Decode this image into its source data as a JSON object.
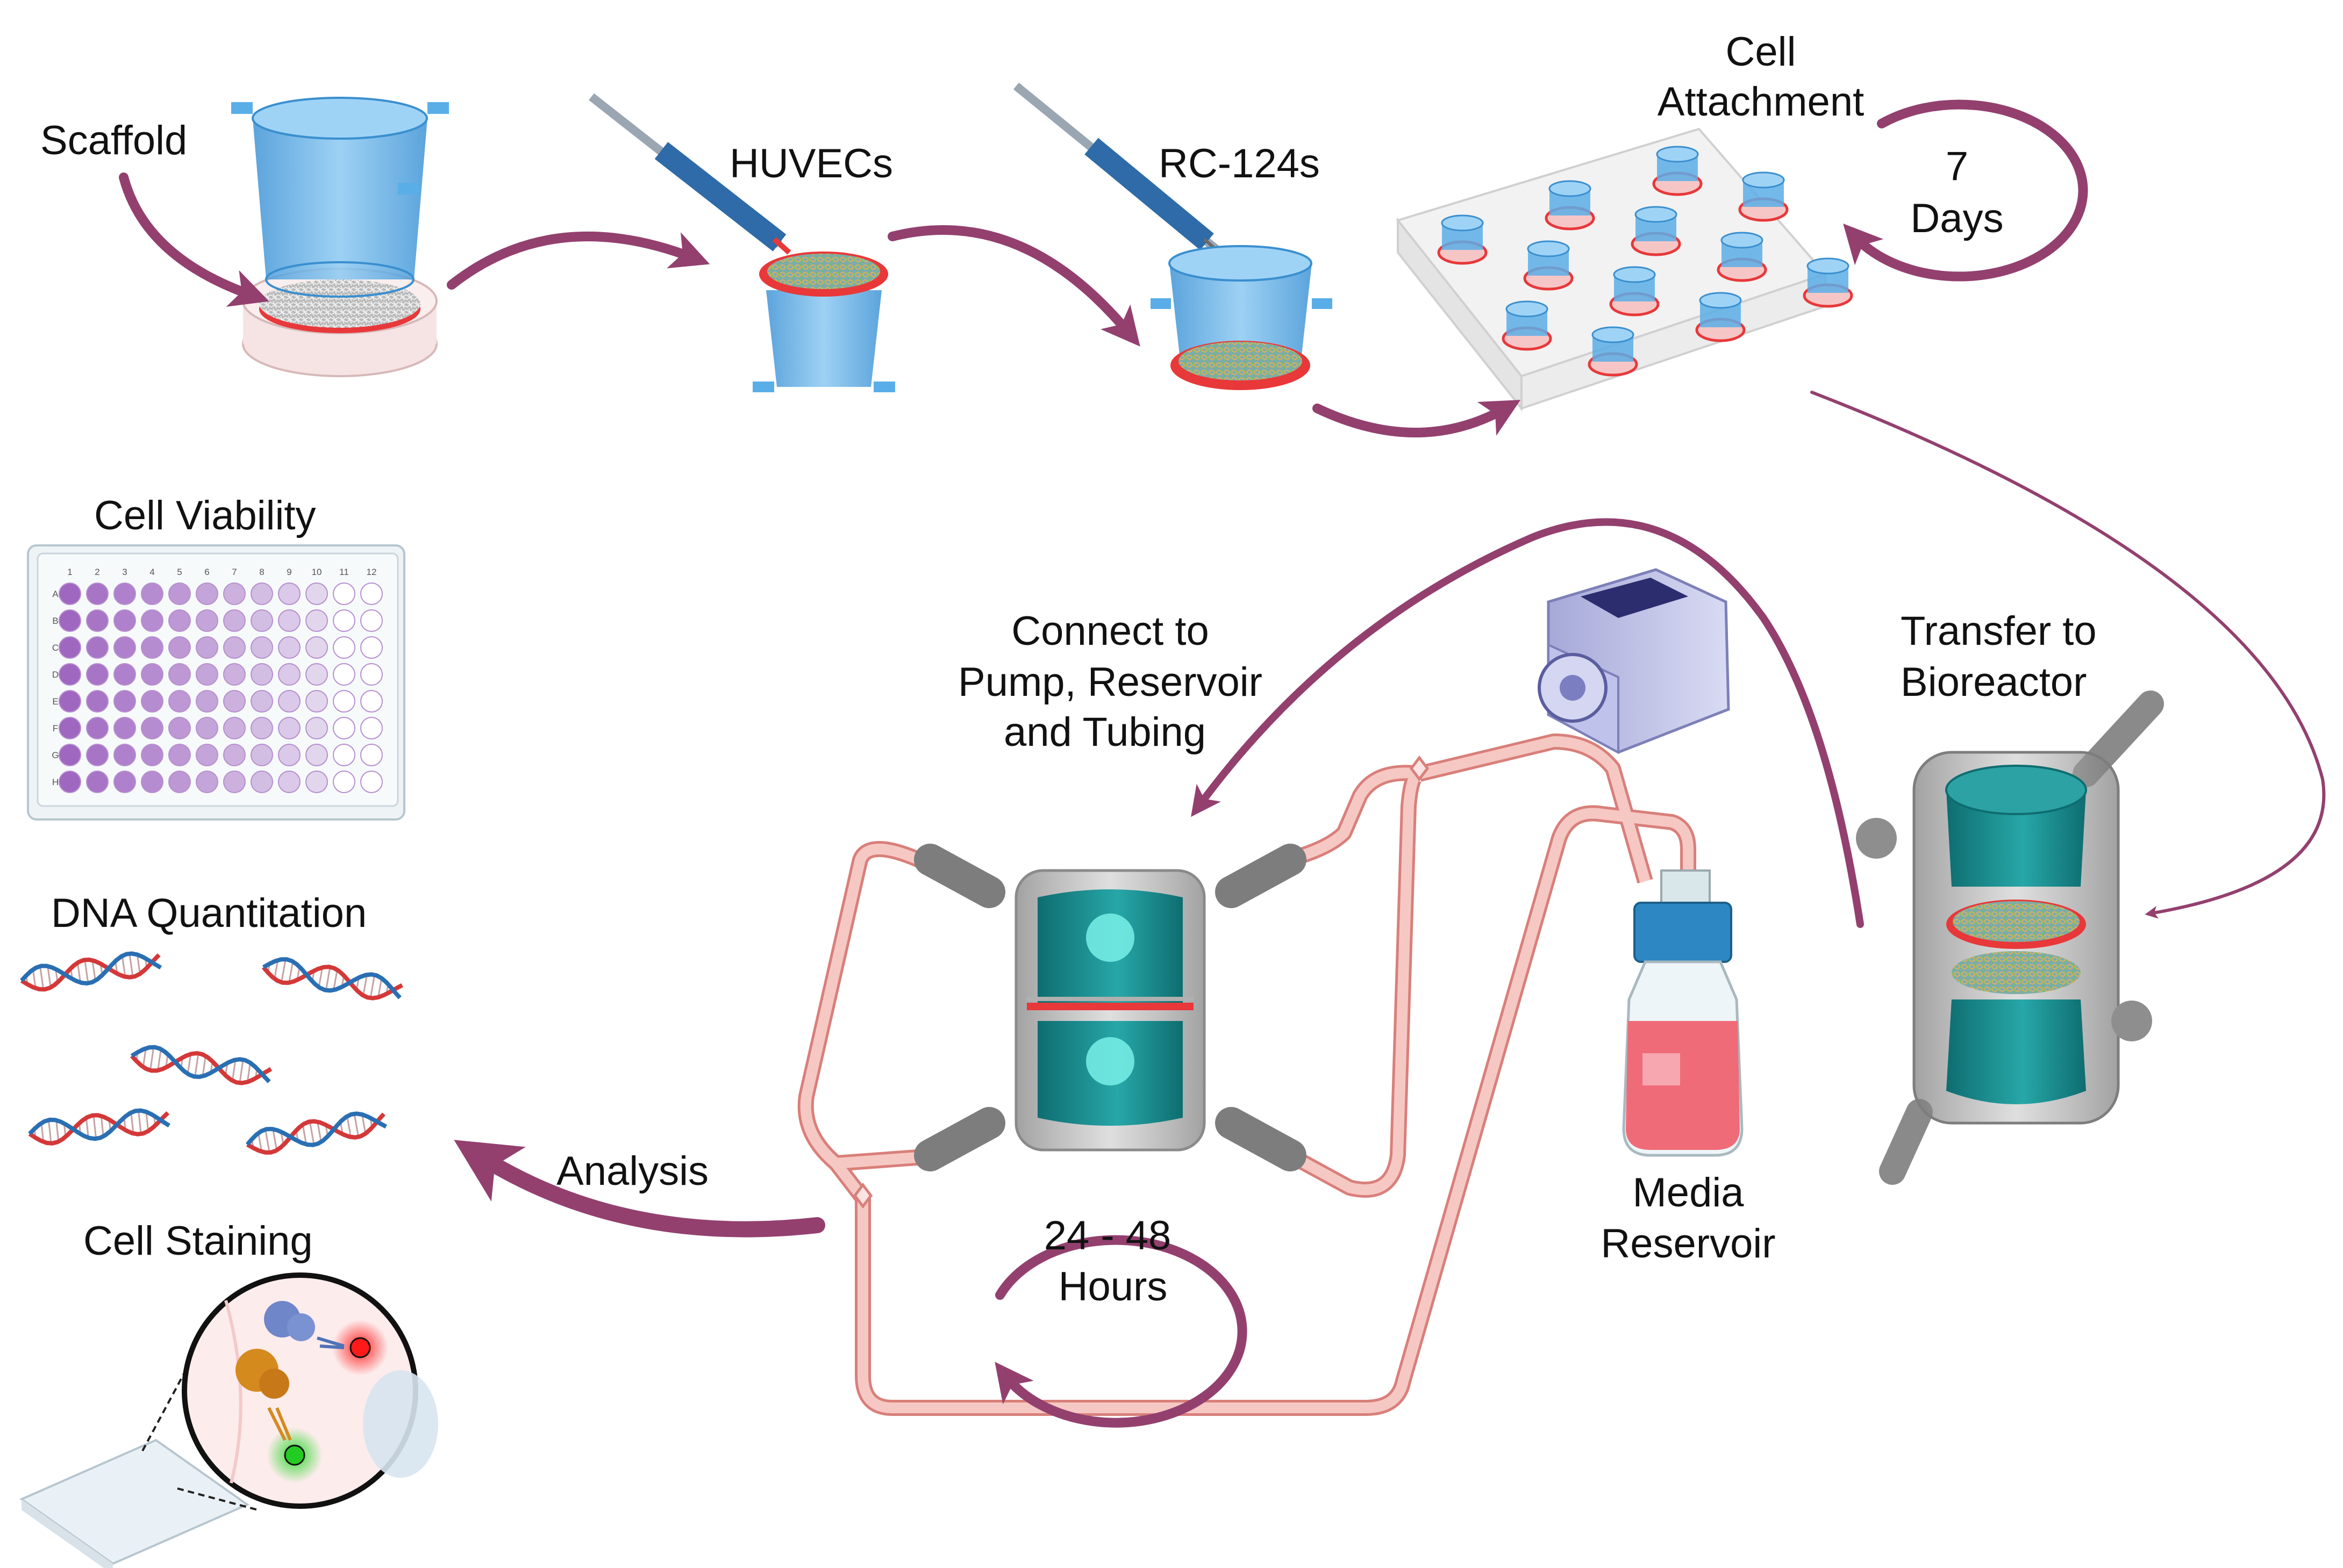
{
  "labels": {
    "scaffold": "Scaffold",
    "huvecs": "HUVECs",
    "rc124s": "RC-124s",
    "cell_attachment_1": "Cell",
    "cell_attachment_2": "Attachment",
    "seven_1": "7",
    "seven_2": "Days",
    "cell_viability": "Cell Viability",
    "dna_quantitation": "DNA Quantitation",
    "cell_staining": "Cell Staining",
    "connect_1": "Connect to",
    "connect_2": "Pump, Reservoir",
    "connect_3": "and Tubing",
    "transfer_1": "Transfer to",
    "transfer_2": "Bioreactor",
    "analysis": "Analysis",
    "hours_1": "24 - 48",
    "hours_2": "Hours",
    "media_1": "Media",
    "media_2": "Reservoir"
  },
  "well_plate": {
    "columns": [
      "1",
      "2",
      "3",
      "4",
      "5",
      "6",
      "7",
      "8",
      "9",
      "10",
      "11",
      "12"
    ],
    "rows": [
      "A",
      "B",
      "C",
      "D",
      "E",
      "F",
      "G",
      "H"
    ]
  },
  "colors": {
    "arrow": "#93406f",
    "tubing": "#f2b7b3",
    "tubing_edge": "#d97f7a",
    "scaffold_blue": "#5aaee8",
    "teal": "#158a8c",
    "seal_red": "#e8383a",
    "media": "#f06b78",
    "purple_well": "#a46fc2"
  }
}
